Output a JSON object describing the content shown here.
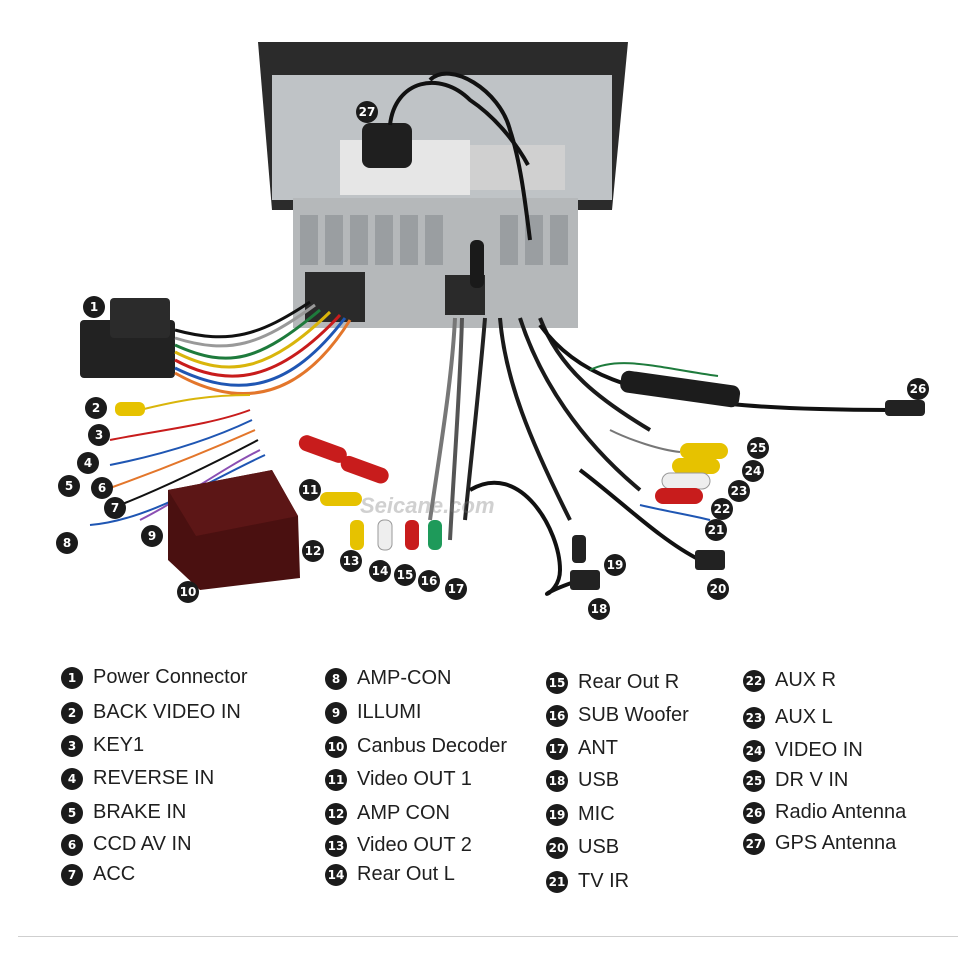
{
  "watermark": "Seicane.com",
  "callouts": [
    {
      "num": "1"
    },
    {
      "num": "2"
    },
    {
      "num": "3"
    },
    {
      "num": "4"
    },
    {
      "num": "5"
    },
    {
      "num": "6"
    },
    {
      "num": "7"
    },
    {
      "num": "8"
    },
    {
      "num": "9"
    },
    {
      "num": "10"
    },
    {
      "num": "11"
    },
    {
      "num": "12"
    },
    {
      "num": "13"
    },
    {
      "num": "14"
    },
    {
      "num": "15"
    },
    {
      "num": "16"
    },
    {
      "num": "17"
    },
    {
      "num": "18"
    },
    {
      "num": "19"
    },
    {
      "num": "20"
    },
    {
      "num": "21"
    },
    {
      "num": "22"
    },
    {
      "num": "23"
    },
    {
      "num": "24"
    },
    {
      "num": "25"
    },
    {
      "num": "26"
    },
    {
      "num": "27"
    }
  ],
  "legend": [
    {
      "num": "1",
      "label": "Power Connector"
    },
    {
      "num": "2",
      "label": "BACK VIDEO IN"
    },
    {
      "num": "3",
      "label": "KEY1"
    },
    {
      "num": "4",
      "label": "REVERSE IN"
    },
    {
      "num": "5",
      "label": "BRAKE IN"
    },
    {
      "num": "6",
      "label": "CCD AV IN"
    },
    {
      "num": "7",
      "label": "ACC"
    },
    {
      "num": "8",
      "label": "AMP-CON"
    },
    {
      "num": "9",
      "label": "ILLUMI"
    },
    {
      "num": "10",
      "label": "Canbus Decoder"
    },
    {
      "num": "11",
      "label": "Video OUT 1"
    },
    {
      "num": "12",
      "label": "AMP CON"
    },
    {
      "num": "13",
      "label": "Video OUT 2"
    },
    {
      "num": "14",
      "label": "Rear Out L"
    },
    {
      "num": "15",
      "label": "Rear Out R"
    },
    {
      "num": "16",
      "label": "SUB Woofer"
    },
    {
      "num": "17",
      "label": "ANT"
    },
    {
      "num": "18",
      "label": "USB"
    },
    {
      "num": "19",
      "label": "MIC"
    },
    {
      "num": "20",
      "label": "USB"
    },
    {
      "num": "21",
      "label": "TV IR"
    },
    {
      "num": "22",
      "label": "AUX R"
    },
    {
      "num": "23",
      "label": "AUX L"
    },
    {
      "num": "24",
      "label": "VIDEO IN"
    },
    {
      "num": "25",
      "label": "DR V IN"
    },
    {
      "num": "26",
      "label": "Radio Antenna"
    },
    {
      "num": "27",
      "label": "GPS Antenna"
    }
  ]
}
